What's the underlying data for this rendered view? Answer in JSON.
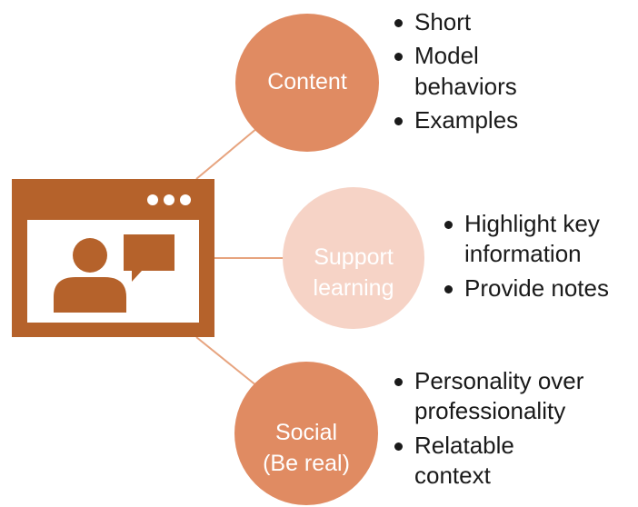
{
  "colors": {
    "accent": "#e08b62",
    "accent_light": "#f6d3c6",
    "icon": "#b5622b",
    "connector": "#e7a47f"
  },
  "icon": {
    "name": "video-call-browser-icon"
  },
  "nodes": [
    {
      "id": "content",
      "label": "Content",
      "bullets": [
        "Short",
        "Model behaviors",
        "Examples"
      ]
    },
    {
      "id": "support",
      "label": "Support learning",
      "bullets": [
        "Highlight key information",
        "Provide notes"
      ]
    },
    {
      "id": "social",
      "label": "Social (Be real)",
      "bullets": [
        "Personality over professionality",
        "Relatable context"
      ]
    }
  ]
}
